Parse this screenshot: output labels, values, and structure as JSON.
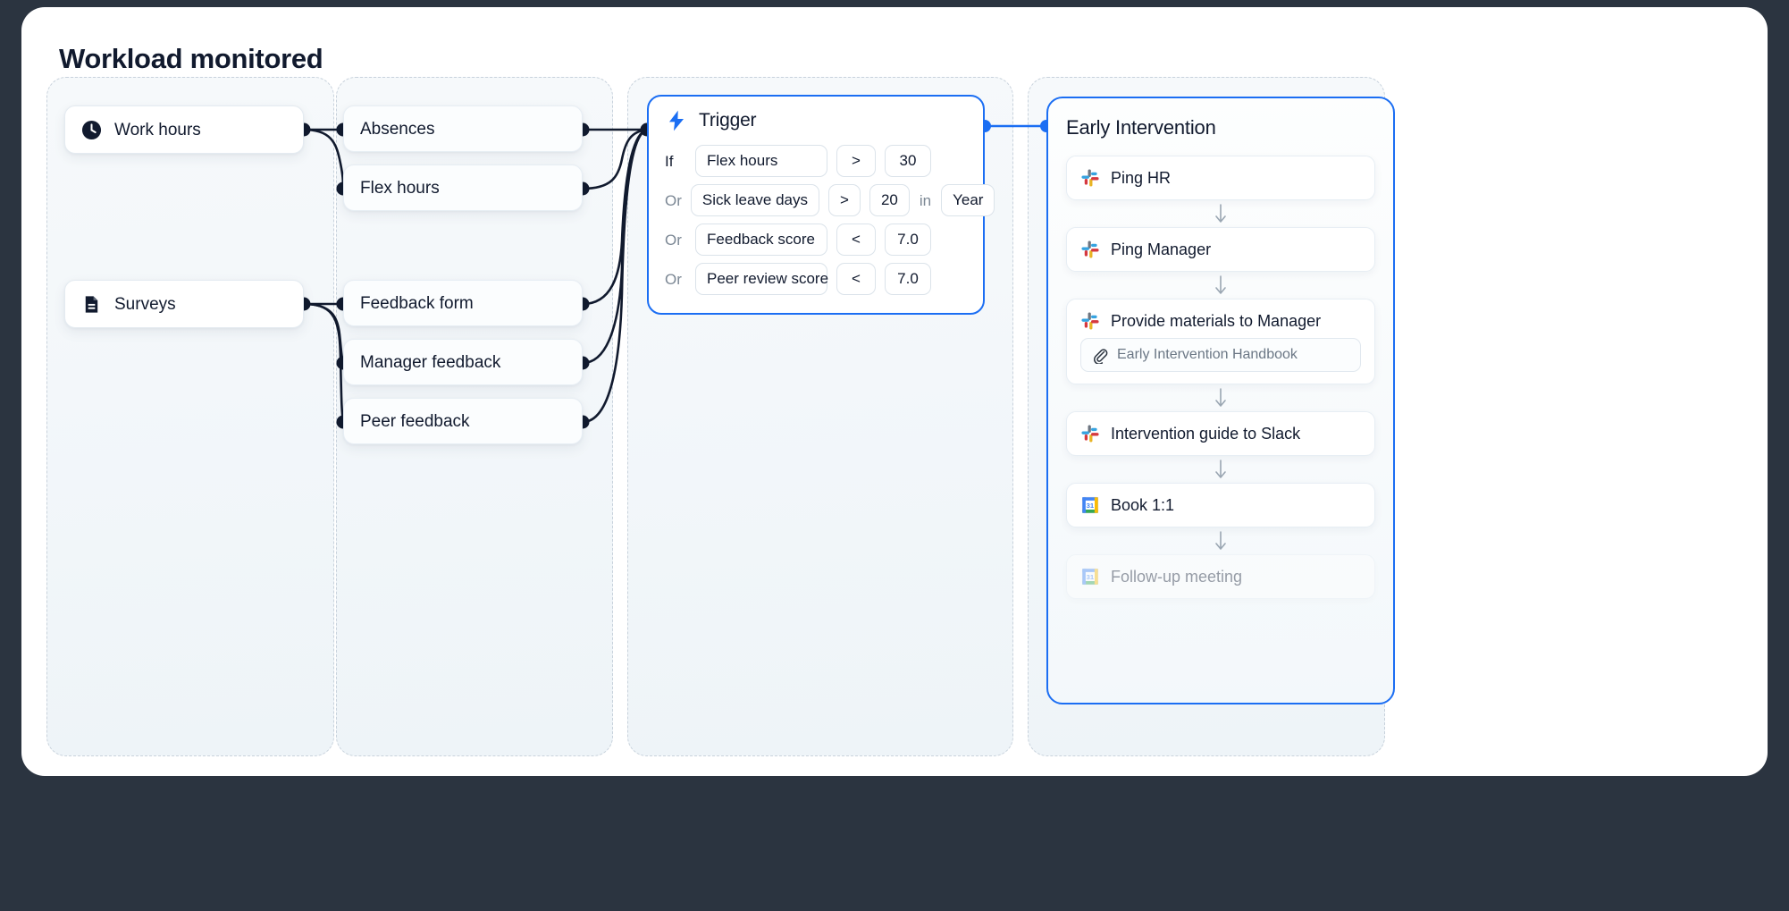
{
  "page": {
    "title": "Workload monitored"
  },
  "colors": {
    "accent_blue": "#1b6ef3",
    "ink": "#111a2e",
    "muted": "#7b8794",
    "card_border": "#e4ebf1",
    "column_border": "#c8d2dc"
  },
  "sources": {
    "items": [
      {
        "label": "Work hours",
        "icon": "clock-icon"
      },
      {
        "label": "Surveys",
        "icon": "document-icon"
      }
    ]
  },
  "signals": {
    "items": [
      {
        "label": "Absences"
      },
      {
        "label": "Flex hours"
      },
      {
        "label": "Feedback form"
      },
      {
        "label": "Manager feedback"
      },
      {
        "label": "Peer feedback"
      }
    ]
  },
  "trigger": {
    "title": "Trigger",
    "icon": "lightning-bolt-icon",
    "conditions": [
      {
        "keyword": "If",
        "subject": "Flex hours",
        "operator": ">",
        "value": "30",
        "in_keyword": "",
        "unit": ""
      },
      {
        "keyword": "Or",
        "subject": "Sick leave days",
        "operator": ">",
        "value": "20",
        "in_keyword": "in",
        "unit": "Year"
      },
      {
        "keyword": "Or",
        "subject": "Feedback score",
        "operator": "<",
        "value": "7.0",
        "in_keyword": "",
        "unit": ""
      },
      {
        "keyword": "Or",
        "subject": "Peer review score",
        "operator": "<",
        "value": "7.0",
        "in_keyword": "",
        "unit": ""
      }
    ]
  },
  "early_intervention": {
    "title": "Early Intervention",
    "steps": [
      {
        "label": "Ping HR",
        "icon": "slack-icon",
        "dimmed": false,
        "attachment": ""
      },
      {
        "label": "Ping Manager",
        "icon": "slack-icon",
        "dimmed": false,
        "attachment": ""
      },
      {
        "label": "Provide materials to Manager",
        "icon": "slack-icon",
        "dimmed": false,
        "attachment": "Early Intervention Handbook",
        "attachment_icon": "paperclip-icon"
      },
      {
        "label": "Intervention guide to Slack",
        "icon": "slack-icon",
        "dimmed": false,
        "attachment": ""
      },
      {
        "label": "Book 1:1",
        "icon": "google-calendar-icon",
        "dimmed": false,
        "attachment": ""
      },
      {
        "label": "Follow-up meeting",
        "icon": "google-calendar-icon",
        "dimmed": true,
        "attachment": ""
      }
    ],
    "step_separator_icon": "arrow-down-icon"
  }
}
